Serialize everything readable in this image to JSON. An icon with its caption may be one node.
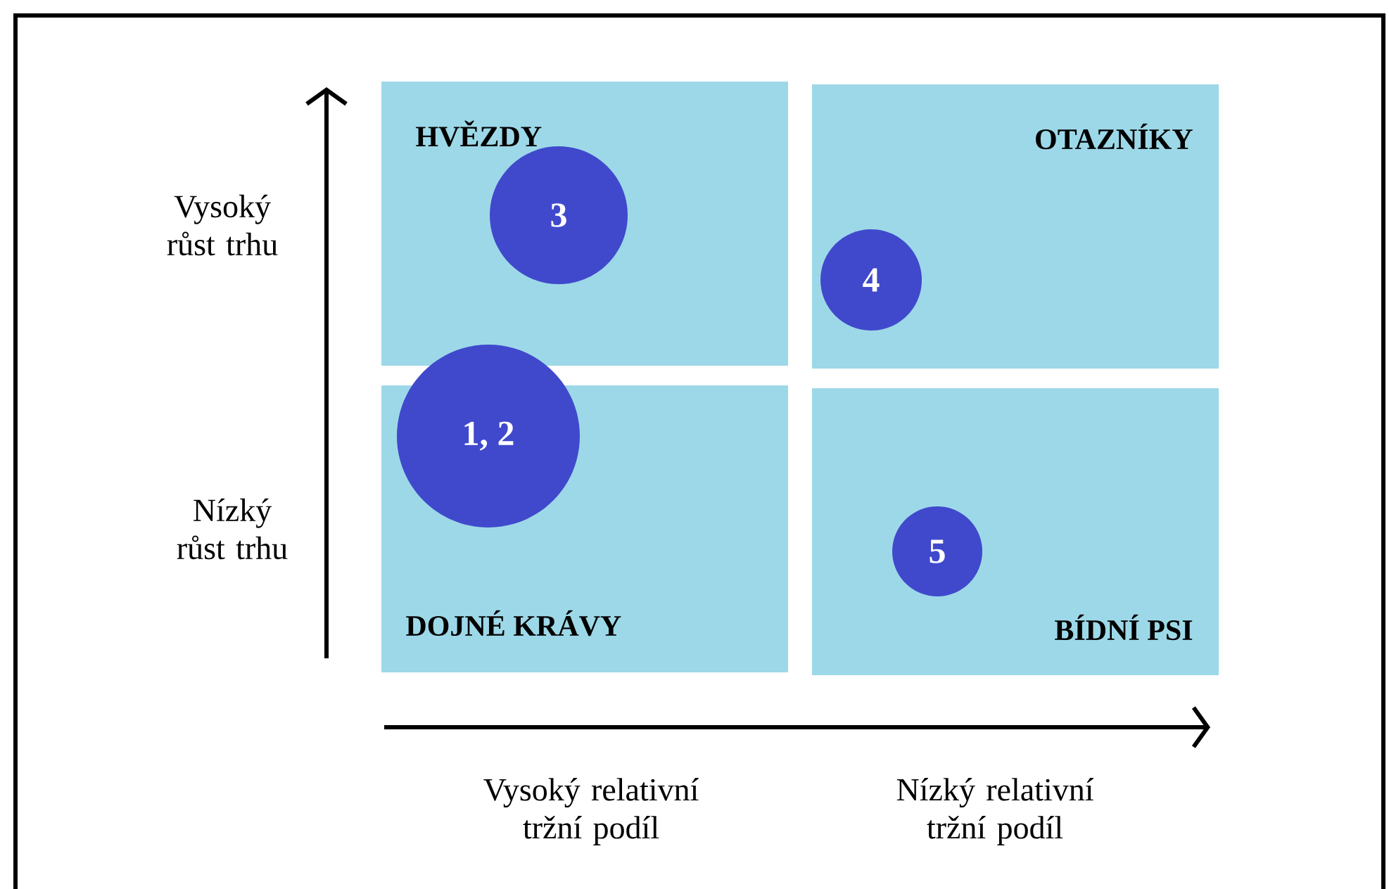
{
  "diagram": {
    "nodes": [
      {
        "text": [
          "HVĚZDY"
        ]
      },
      {
        "text": [
          "OTAZNÍKY"
        ]
      },
      {
        "text": [
          "DOJNÉ KRÁVY"
        ]
      },
      {
        "text": [
          "BÍDNÍ PSI"
        ]
      },
      {
        "text": [
          "3"
        ],
        "in": 0
      },
      {
        "text": [
          "4"
        ],
        "in": 1
      },
      {
        "text": [
          "1, 2"
        ]
      },
      {
        "text": [
          "5"
        ],
        "in": 3
      }
    ],
    "labels": [
      "Vysoký růst trhu",
      "Nízký růst trhu",
      "Vysoký relativní tržní podíl",
      "Nízký relativní tržní podíl"
    ]
  }
}
